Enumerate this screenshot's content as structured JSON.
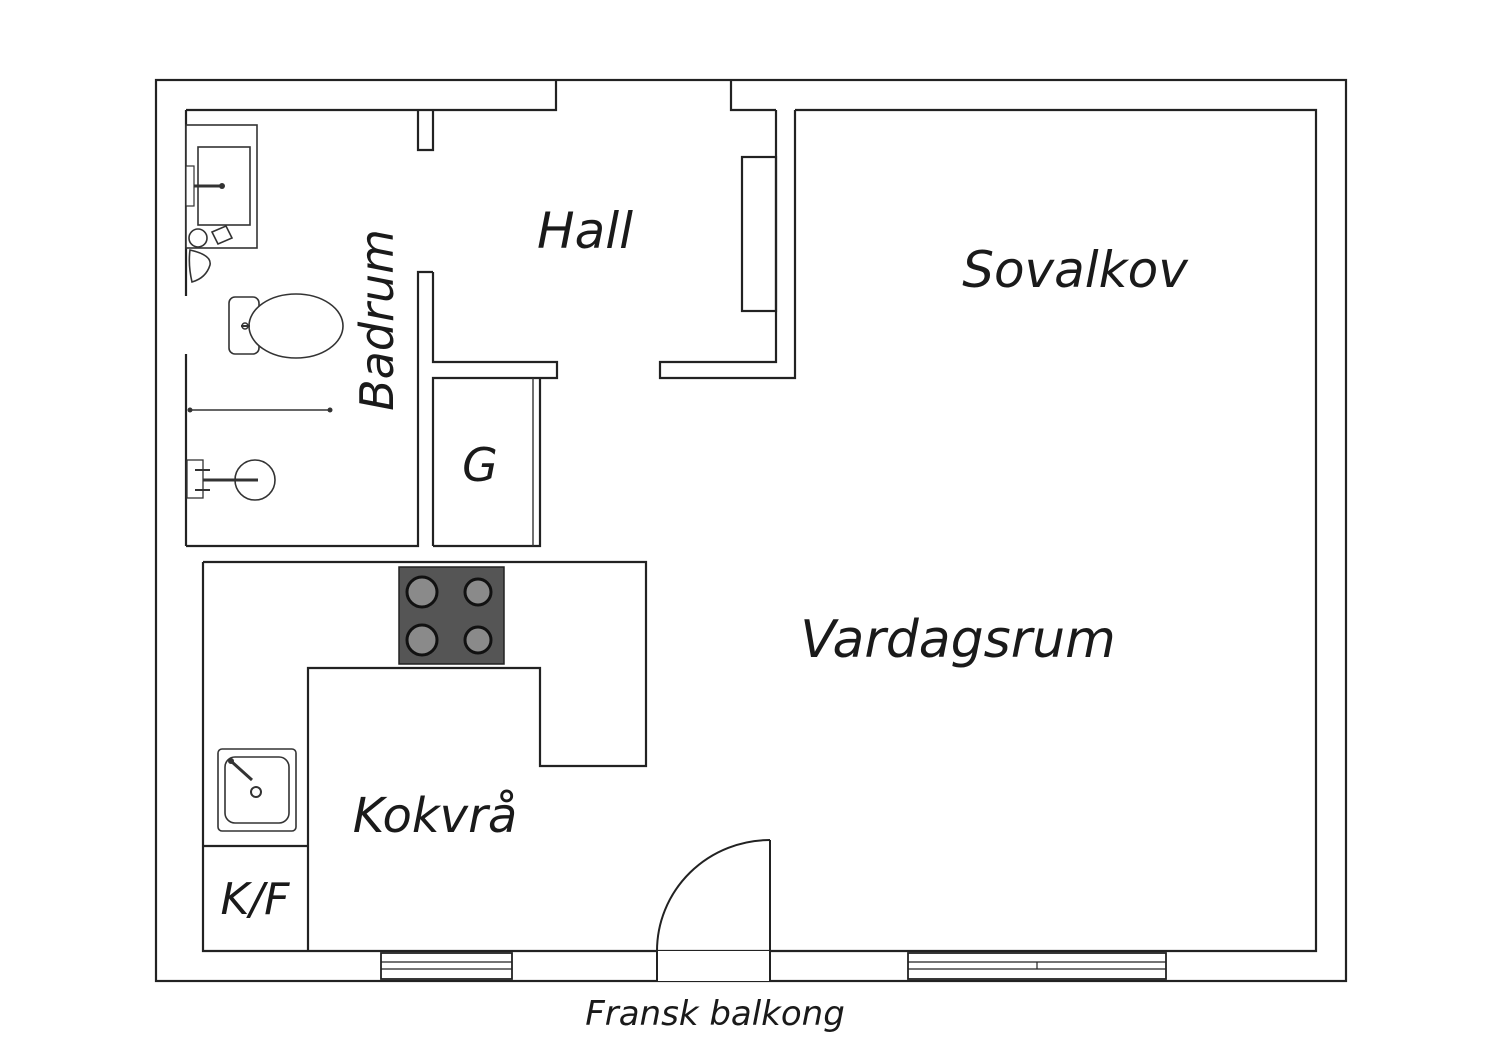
{
  "rooms": {
    "hall": "Hall",
    "sovalkov": "Sovalkov",
    "badrum": "Badrum",
    "garderob": "G",
    "vardagsrum": "Vardagsrum",
    "kokvra": "Kokvrå",
    "kf": "K/F"
  },
  "balcony_label": "Fransk balkong",
  "colors": {
    "wall": "#222222",
    "background": "#ffffff",
    "stove": "#555555",
    "burner": "#8a8a8a"
  }
}
